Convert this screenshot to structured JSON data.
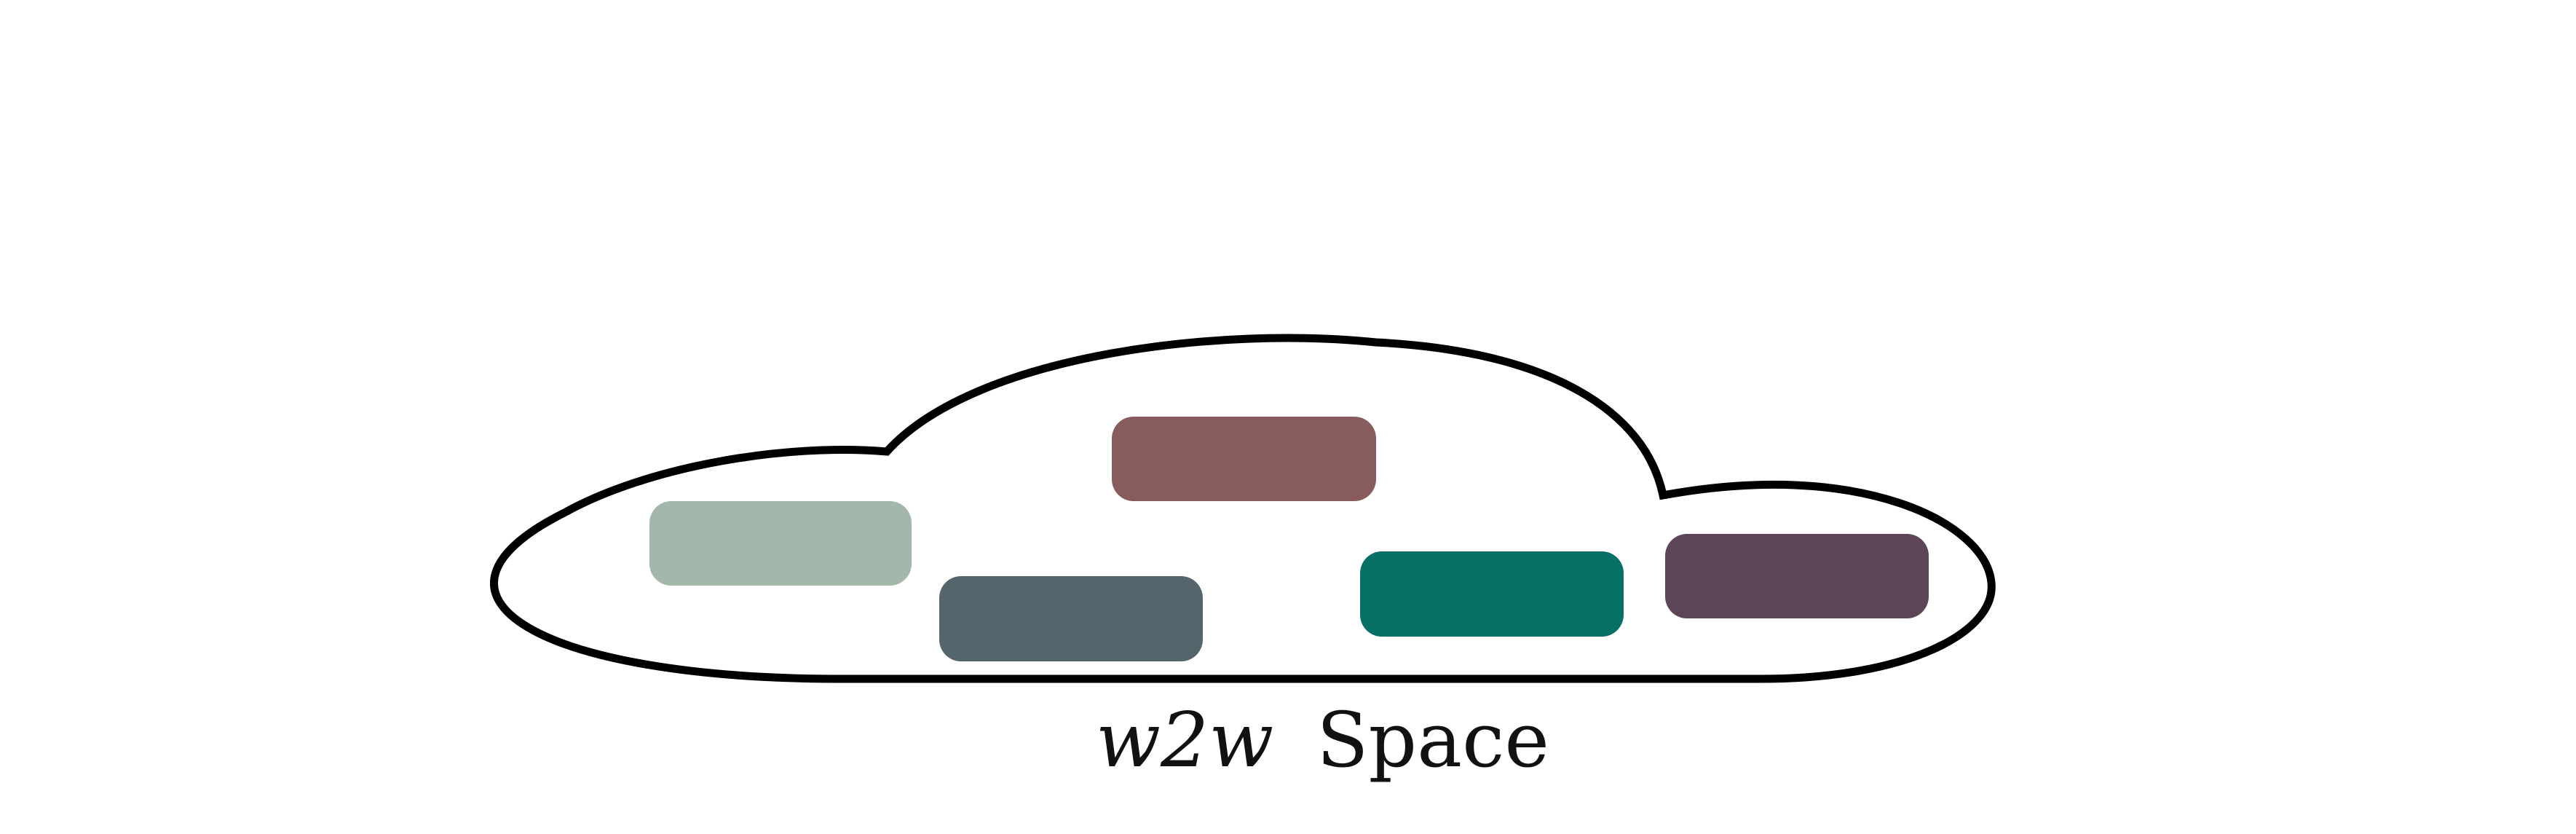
{
  "diagram": {
    "caption": {
      "variable": "w2w",
      "word": "Space"
    },
    "outline_color": "#000000",
    "blocks": [
      {
        "id": "block-sage",
        "color": "#a3b8ab"
      },
      {
        "id": "block-slate",
        "color": "#54666b"
      },
      {
        "id": "block-rose",
        "color": "#885b5d"
      },
      {
        "id": "block-teal",
        "color": "#066f66"
      },
      {
        "id": "block-plum",
        "color": "#5b4557"
      }
    ]
  }
}
